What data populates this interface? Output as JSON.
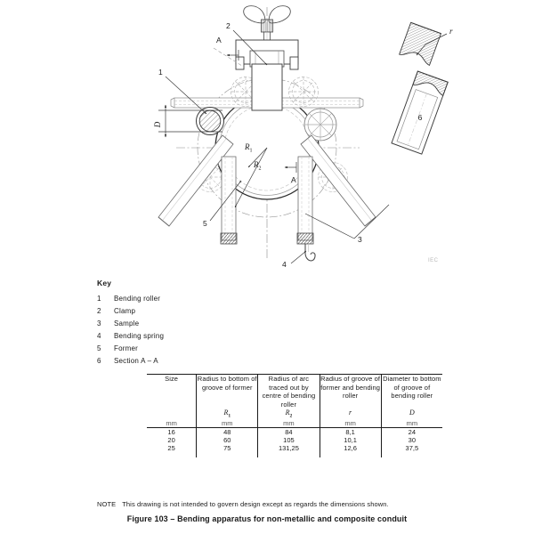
{
  "figure": {
    "caption": "Figure 103 – Bending apparatus for non-metallic and composite conduit",
    "watermark": "IEC"
  },
  "drawing": {
    "callouts": [
      {
        "id": "callout-1",
        "label": "1"
      },
      {
        "id": "callout-2",
        "label": "2"
      },
      {
        "id": "callout-3",
        "label": "3"
      },
      {
        "id": "callout-4",
        "label": "4"
      },
      {
        "id": "callout-5",
        "label": "5"
      },
      {
        "id": "callout-6",
        "label": "6"
      }
    ],
    "dimension_labels": {
      "d": "D",
      "r1": "R",
      "r1_sub": "1",
      "r2": "R",
      "r2_sub": "2",
      "r_groove": "r"
    },
    "section_markers": {
      "top": "A",
      "bottom": "A"
    }
  },
  "key": {
    "title": "Key",
    "items": [
      {
        "num": "1",
        "label": "Bending roller"
      },
      {
        "num": "2",
        "label": "Clamp"
      },
      {
        "num": "3",
        "label": "Sample"
      },
      {
        "num": "4",
        "label": "Bending spring"
      },
      {
        "num": "5",
        "label": "Former"
      },
      {
        "num": "6",
        "label": "Section A – A"
      }
    ]
  },
  "table": {
    "headers": [
      "Size",
      "Radius to bottom of groove of former",
      "Radius of arc traced out by centre of bending roller",
      "Radius of groove of former and bending roller",
      "Diameter to bottom of groove of bending roller"
    ],
    "symbols": [
      "",
      "R",
      "R",
      "r",
      "D"
    ],
    "symbol_subs": [
      "",
      "1",
      "2",
      "",
      ""
    ],
    "units": [
      "mm",
      "mm",
      "mm",
      "mm",
      "mm"
    ],
    "rows": [
      [
        "16",
        "48",
        "84",
        "8,1",
        "24"
      ],
      [
        "20",
        "60",
        "105",
        "10,1",
        "30"
      ],
      [
        "25",
        "75",
        "131,25",
        "12,6",
        "37,5"
      ]
    ]
  },
  "note": {
    "label": "NOTE",
    "text": "This drawing is not intended  to govern design except  as regards the dimensions  shown."
  }
}
